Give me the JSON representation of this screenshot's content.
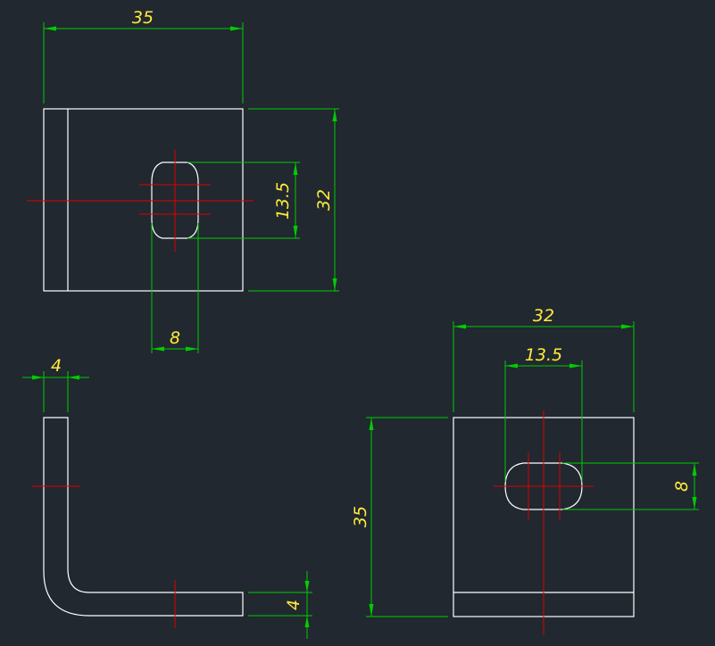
{
  "views": {
    "front": {
      "width_label": "35",
      "height_label": "32",
      "slot_height_label": "13.5",
      "slot_width_label": "8"
    },
    "side": {
      "thickness_top_label": "4",
      "thickness_bottom_label": "4"
    },
    "top": {
      "width_label": "32",
      "slot_length_label": "13.5",
      "slot_width_label": "8",
      "height_label": "35"
    }
  },
  "colors": {
    "background": "#212830",
    "outline": "#FFFFFF",
    "centerline": "#E00000",
    "dimension": "#00CC00",
    "dimension_text": "#FFEB3B"
  }
}
